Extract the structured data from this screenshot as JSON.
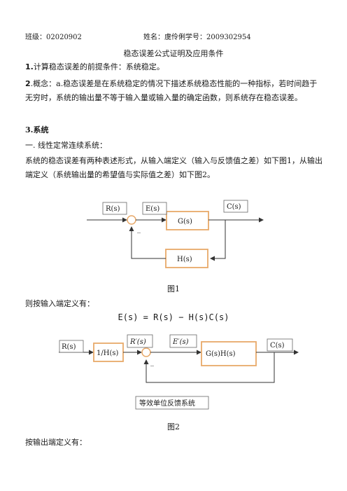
{
  "header": {
    "class_label": "班级：02020902",
    "name_label": "姓名：虞伶俐学号：2009302954"
  },
  "doc_title": "稳态误差公式证明及应用条件",
  "sections": {
    "s1_num": "1.",
    "s1_text": "计算稳态误差的前提条件：系统稳定。",
    "s2_num": "2",
    "s2_text": ".概念：a.稳态误差是在系统稳定的情况下描述系统稳态性能的一种指标，若时间趋于无穷时，系统的输出量不等于输入量或输入量的确定函数，则系统存在稳态误差。",
    "s3_heading": "3.系统",
    "s3_sub": "一. 线性定常连续系统：",
    "s3_para": "系统的稳态误差有两种表述形式，从输入端定义（输入与反馈值之差）如下图1，从输出端定义（系统输出量的希望值与实际值之差）如下图2。"
  },
  "figure1": {
    "r": "R(s)",
    "e": "E(s)",
    "g": "G(s)",
    "c": "C(s)",
    "h": "H(s)",
    "minus": "_",
    "caption": "图1"
  },
  "input_def_text": "则按输入端定义有：",
  "formula": "E(s) = R(s) − H(s)C(s)",
  "figure2": {
    "r": "R(s)",
    "inv_h": "1/H(s)",
    "r_prime": "R′(s)",
    "e_prime": "E′(s)",
    "gh": "G(s)H(s)",
    "c": "C(s)",
    "minus": "_",
    "equiv": "等效单位反馈系统",
    "caption": "图2"
  },
  "output_def_text": "按输出端定义有："
}
